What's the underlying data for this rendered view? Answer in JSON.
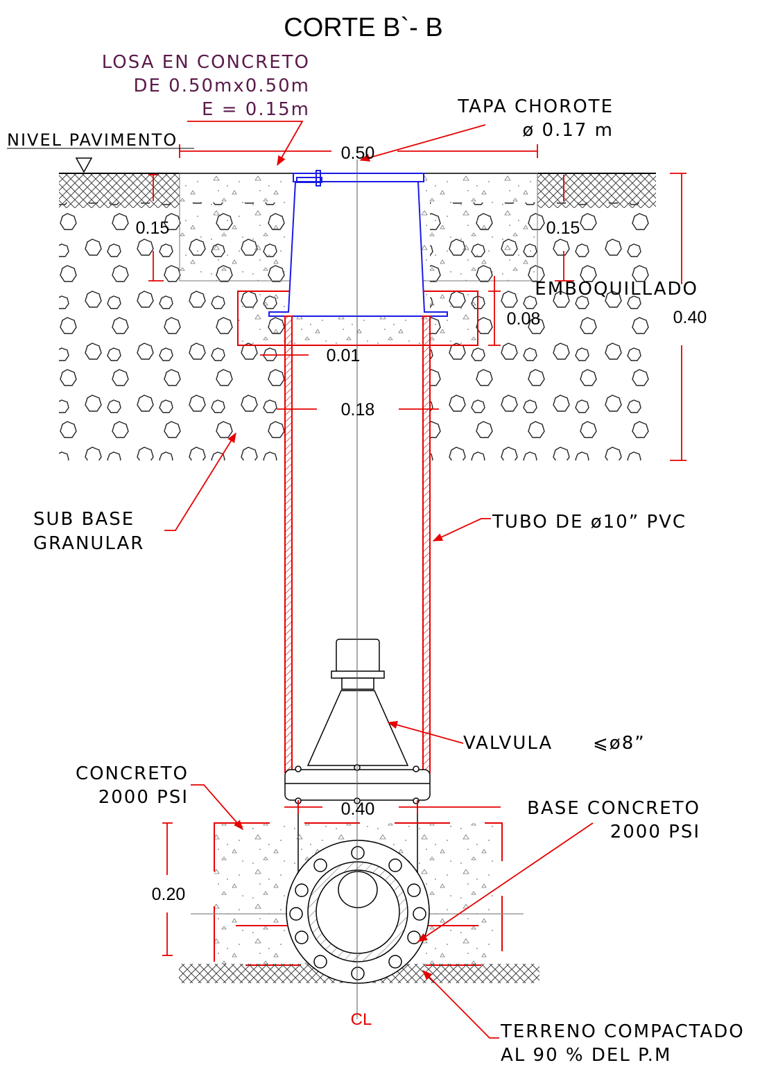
{
  "title": "CORTE B`- B",
  "labels": {
    "losa_l1": "LOSA EN CONCRETO",
    "losa_l2": "DE 0.50mx0.50m",
    "losa_l3": "E = 0.15m",
    "tapa_l1": "TAPA CHOROTE",
    "tapa_l2": "ø 0.17 m",
    "nivel": "NIVEL PAVIMENTO",
    "emboquillado": "EMBOQUILLADO",
    "subbase_l1": "SUB BASE",
    "subbase_l2": "GRANULAR",
    "tubo": "TUBO DE ø10” PVC",
    "valvula": "VALVULA",
    "valvula_size": "⩽ø8”",
    "concreto_l1": "CONCRETO",
    "concreto_l2": "2000 PSI",
    "base_l1": "BASE CONCRETO",
    "base_l2": "2000 PSI",
    "terreno_l1": "TERRENO COMPACTADO",
    "terreno_l2": "AL 90 % DEL P.M",
    "centerline": "CL"
  },
  "dimensions": {
    "top_width": "0.50",
    "slab_left": "0.15",
    "slab_right": "0.15",
    "embo_height": "0.08",
    "total_height": "0.40",
    "wall": "0.01",
    "pipe_width": "0.18",
    "base_width": "0.40",
    "base_height": "0.20"
  },
  "colors": {
    "cover": "#1a1ae6",
    "dims": "#e60000",
    "text": "#000000",
    "leader_text": "#5a1a4a"
  }
}
